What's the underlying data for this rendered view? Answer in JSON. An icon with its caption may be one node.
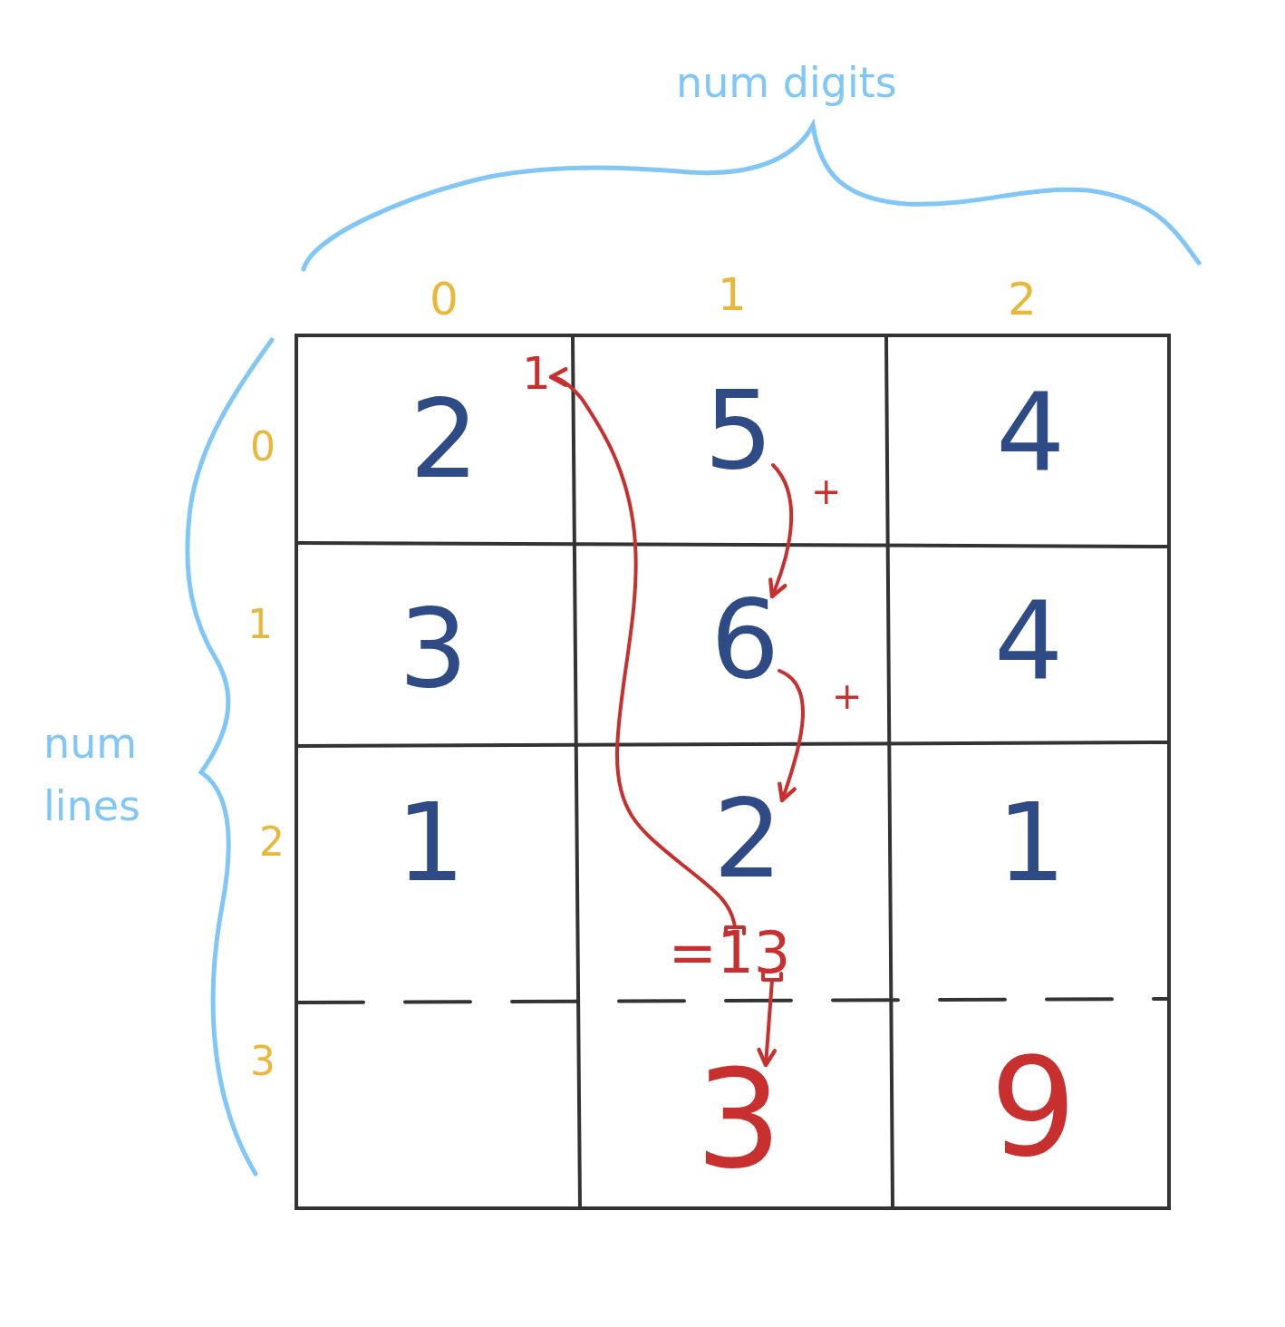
{
  "diagram": {
    "nodes": [
      {
        "text": [
          "2"
        ]
      },
      {
        "text": [
          "1"
        ]
      },
      {
        "text": [
          "5"
        ]
      },
      {
        "text": [
          "4"
        ]
      },
      {
        "text": [
          "3"
        ]
      },
      {
        "text": [
          "6"
        ]
      },
      {
        "text": [
          "4"
        ]
      },
      {
        "text": [
          "1"
        ]
      },
      {
        "text": [
          "2"
        ]
      },
      {
        "text": [
          "1"
        ]
      },
      {
        "text": [
          "=13"
        ]
      },
      {
        "text": [
          "3"
        ]
      },
      {
        "text": [
          "9"
        ]
      }
    ],
    "edges": [
      {
        "from": 2,
        "to": 5,
        "arrow": "to",
        "label": "+"
      },
      {
        "from": 5,
        "to": 8,
        "arrow": "to",
        "label": "+"
      },
      {
        "from": 10,
        "to": 1,
        "arrow": "to"
      },
      {
        "from": 10,
        "to": 11,
        "arrow": "to"
      }
    ],
    "labels": [
      "num digits",
      "0",
      "1",
      "2",
      "0",
      "1",
      "num lines",
      "2",
      "3"
    ]
  }
}
